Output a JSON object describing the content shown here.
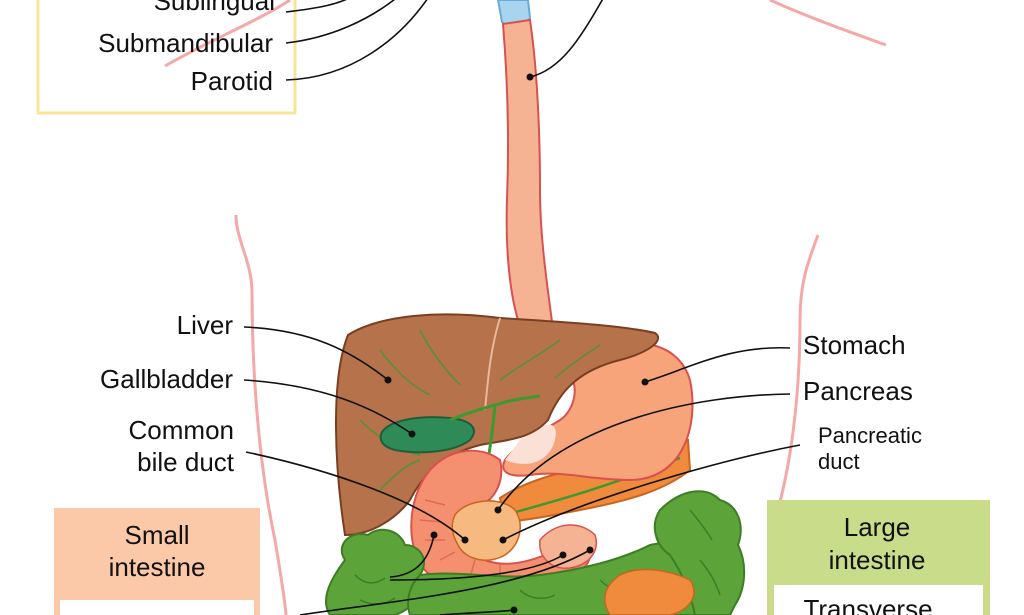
{
  "labels": {
    "sublingual": "Sublingual",
    "submandibular": "Submandibular",
    "parotid": "Parotid",
    "liver": "Liver",
    "gallbladder": "Gallbladder",
    "common_bile_duct_1": "Common",
    "common_bile_duct_2": "bile duct",
    "stomach": "Stomach",
    "pancreas": "Pancreas",
    "pancreatic_duct_1": "Pancreatic",
    "pancreatic_duct_2": "duct",
    "small_intestine_1": "Small",
    "small_intestine_2": "intestine",
    "large_intestine_1": "Large",
    "large_intestine_2": "intestine",
    "transverse": "Transverse"
  },
  "colors": {
    "body_outline": "#f4a9a8",
    "esophagus": "#f6b394",
    "esophagus_stroke": "#d9514e",
    "liver": "#b5724b",
    "liver_stroke": "#7a3f22",
    "gallbladder": "#2e8b57",
    "stomach": "#f7a47b",
    "pancreas": "#f08a3c",
    "duodenum": "#f4906f",
    "colon": "#5ca339",
    "colon_dark": "#3e7d23",
    "bile_ducts": "#3c9a2e",
    "salivary_box_border": "#f9e49a",
    "small_intestine_box": "#fbc8a8",
    "large_intestine_box": "#c9dc8a"
  }
}
